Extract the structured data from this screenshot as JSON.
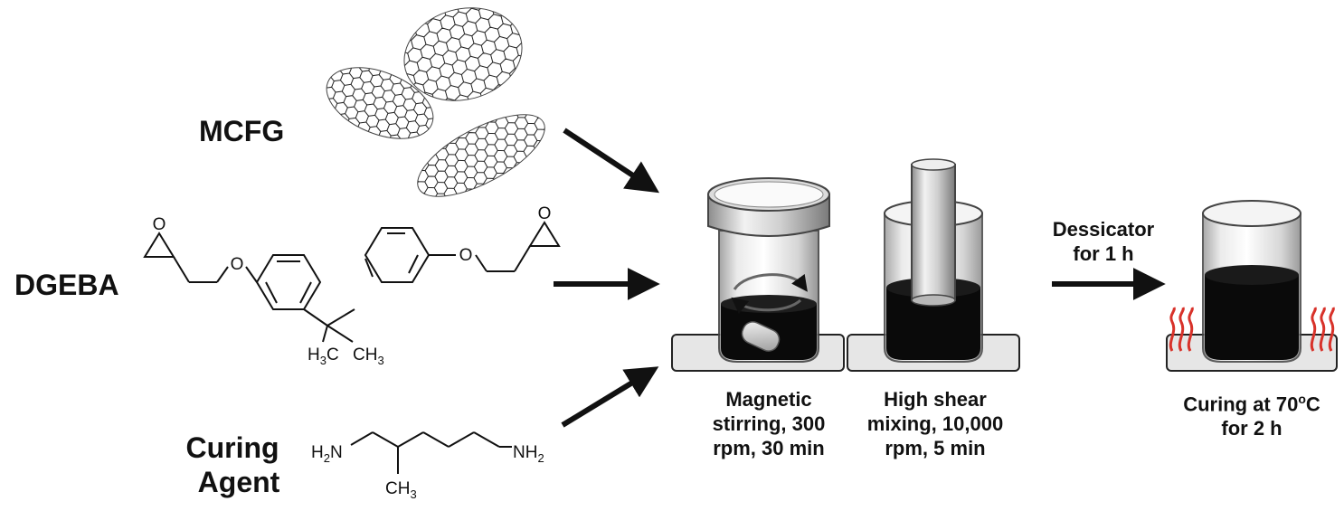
{
  "materials": {
    "mcfg_label": "MCFG",
    "dgeba_label": "DGEBA",
    "curing_agent_line1": "Curing",
    "curing_agent_line2": "Agent"
  },
  "dgeba_structure": {
    "oxygen": "O",
    "methyl": "H",
    "methyl_c": "C",
    "sub3": "3",
    "ch": "CH"
  },
  "curing_structure": {
    "amine_h": "H",
    "amine_n": "N",
    "nh": "NH",
    "sub2": "2",
    "ch": "CH",
    "sub3": "3"
  },
  "steps": {
    "magnetic": [
      "Magnetic",
      "stirring, 300",
      "rpm, 30 min"
    ],
    "shear": [
      "High shear",
      "mixing, 10,000",
      "rpm, 5 min"
    ],
    "dessicator": [
      "Dessicator",
      "for 1 h"
    ],
    "curing_prefix": "Curing at 70",
    "curing_sup": "o",
    "curing_suffix": "C",
    "curing_line2": "for 2 h"
  },
  "colors": {
    "heat": "#d8322a",
    "resin": "#0a0a0a",
    "plate": "#e6e6e6"
  }
}
